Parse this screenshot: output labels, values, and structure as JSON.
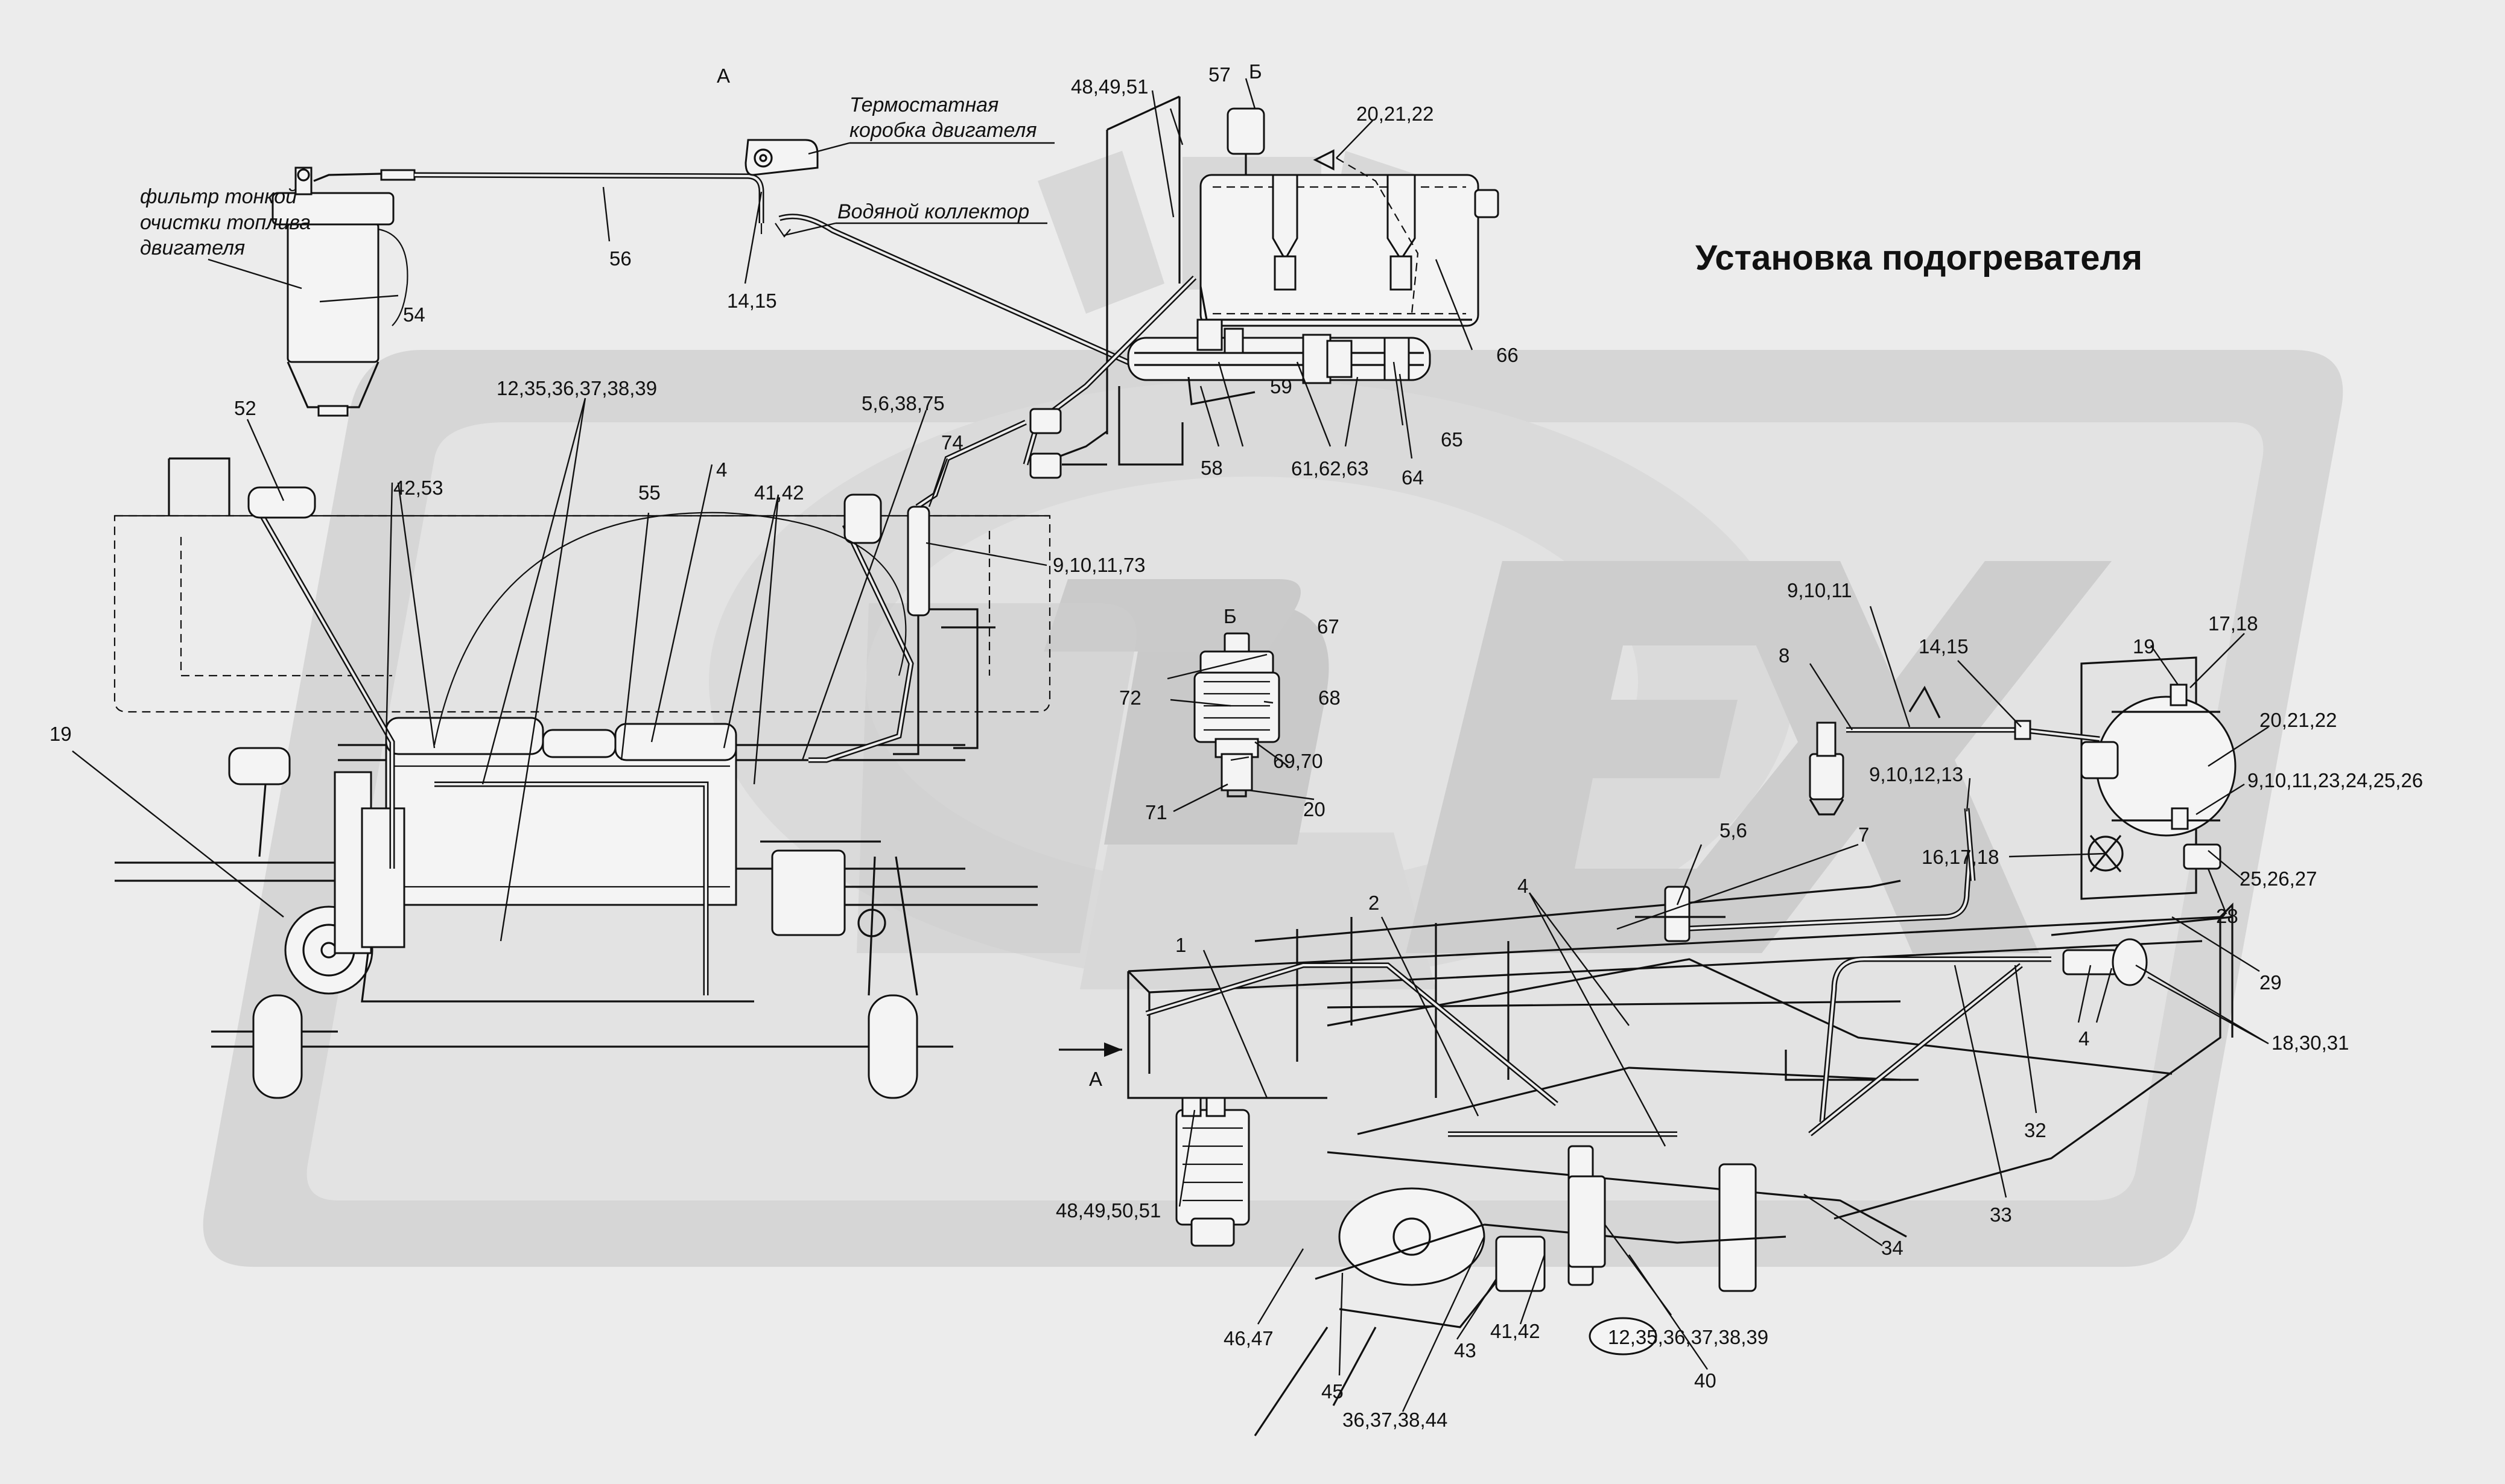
{
  "title": "Установка подогревателя",
  "notes": {
    "fuel_filter": [
      "фильтр тонкой",
      "очистки топлива",
      "двигателя"
    ],
    "thermostat_box": [
      "Термостатная",
      "коробка двигателя"
    ],
    "water_collector": "Водяной коллектор"
  },
  "views": {
    "view_a_top": "А",
    "view_a_arrow": "А",
    "view_b_top": "Б",
    "view_b_detail": "Б"
  },
  "callouts": {
    "c1": "1",
    "c2": "2",
    "c4a": "4",
    "c4b": "4",
    "c4c": "4",
    "c5_6": "5,6",
    "c5_6_38_75": "5,6,38,75",
    "c7": "7",
    "c8": "8",
    "c9_10_11": "9,10,11",
    "c9_10_11_73": "9,10,11,73",
    "c9_10_12_13": "9,10,12,13",
    "c9_10_11_23_24_25_26": "9,10,11,23,24,25,26",
    "c12_35_top": "12,35,36,37,38,39",
    "c12_35_bottom": "12,35,36,37,38,39",
    "c14_15a": "14,15",
    "c14_15b": "14,15",
    "c16_17_18": "16,17,18",
    "c17_18": "17,18",
    "c18_30_31": "18,30,31",
    "c19a": "19",
    "c19b": "19",
    "c20": "20",
    "c20_21_22a": "20,21,22",
    "c20_21_22b": "20,21,22",
    "c25_26_27": "25,26,27",
    "c28": "28",
    "c29": "29",
    "c32": "32",
    "c33": "33",
    "c34": "34",
    "c36_37_38_44": "36,37,38,44",
    "c40": "40",
    "c41_42a": "41,42",
    "c41_42b": "41,42",
    "c42_53": "42,53",
    "c43": "43",
    "c45": "45",
    "c46_47": "46,47",
    "c48_49_51": "48,49,51",
    "c48_49_50_51": "48,49,50,51",
    "c52": "52",
    "c54": "54",
    "c55": "55",
    "c56": "56",
    "c57": "57",
    "c58": "58",
    "c59": "59",
    "c61_62_63": "61,62,63",
    "c64": "64",
    "c65": "65",
    "c66": "66",
    "c67": "67",
    "c68": "68",
    "c69_70": "69,70",
    "c71": "71",
    "c72": "72",
    "c74": "74"
  }
}
